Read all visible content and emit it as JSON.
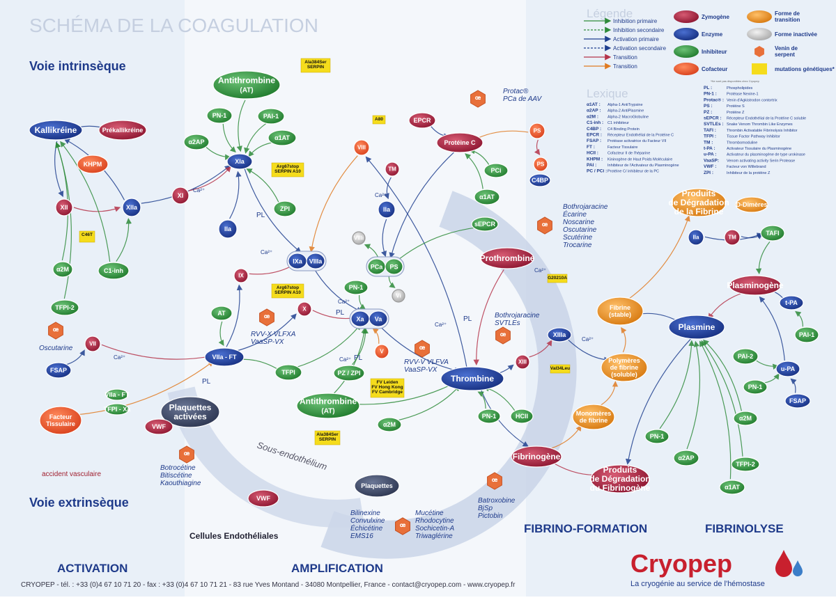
{
  "header": {
    "title": "SCHÉMA DE LA COAGULATION",
    "voie_intrinseque": "Voie intrinsèque",
    "voie_extrinseque": "Voie extrinsèque"
  },
  "legend": {
    "title": "Légende",
    "lines": [
      {
        "label": "Inhibition primaire",
        "color": "#2e8b3a",
        "dash": false
      },
      {
        "label": "Inhibition secondaire",
        "color": "#2e8b3a",
        "dash": true
      },
      {
        "label": "Activation primaire",
        "color": "#1f3f8f",
        "dash": false
      },
      {
        "label": "Activation secondaire",
        "color": "#1f3f8f",
        "dash": true
      },
      {
        "label": "Transition",
        "color": "#b5344a",
        "dash": false
      },
      {
        "label": "Transition",
        "color": "#e07b22",
        "dash": false
      }
    ],
    "shapes": [
      {
        "label": "Zymogène",
        "color": "#a31f3a"
      },
      {
        "label": "Forme de transition",
        "color": "#e08a1e"
      },
      {
        "label": "Enzyme",
        "color": "#1e3f9a"
      },
      {
        "label": "Forme inactivée",
        "color": "#c8c8c8"
      },
      {
        "label": "Inhibiteur",
        "color": "#2e8b3a"
      },
      {
        "label": "Venin de serpent",
        "color": "#e8703a"
      },
      {
        "label": "Cofacteur",
        "color": "#e8502a"
      },
      {
        "label": "mutations génétiques*",
        "color": "#f5dc1c"
      }
    ],
    "footnote": "*Ne sont pas disponibles chez Cryopep"
  },
  "lexique": {
    "title": "Lexique",
    "left": [
      [
        "α1AT :",
        "Alpha-1 AntiTrypsine"
      ],
      [
        "α2AP :",
        "Alpha-2 AntiPlasmine"
      ],
      [
        "α2M :",
        "Alpha-2 MacroGlobuline"
      ],
      [
        "C1-inh :",
        "C1 inhibiteur"
      ],
      [
        "C4BP :",
        "C4 Binding Protein"
      ],
      [
        "EPCR :",
        "Récepteur Endothélial de la Protéine C"
      ],
      [
        "FSAP :",
        "Protéase activatrice du Facteur VII"
      ],
      [
        "FT :",
        "Facteur Tissulaire"
      ],
      [
        "HCII :",
        "Cofacteur II de l'héparine"
      ],
      [
        "KHPM :",
        "Kininogène de Haut Poids Moléculaire"
      ],
      [
        "PAI :",
        "Inhibiteur de l'Activateur du Plasminogène"
      ],
      [
        "PC / PCi :",
        "Protéine C/ inhibiteur de la PC"
      ]
    ],
    "right": [
      [
        "PL :",
        "Phospholipides"
      ],
      [
        "PN-1 :",
        "Protéase Nexine-1"
      ],
      [
        "Protac® :",
        "Venin d'Agkistrodon contortrix"
      ],
      [
        "PS :",
        "Protéine S"
      ],
      [
        "PZ :",
        "Protéine Z"
      ],
      [
        "sEPCR :",
        "Récepteur Endothélial de la Protéine C soluble"
      ],
      [
        "SVTLEs :",
        "Snake Venom Thrombin Like Enzymes"
      ],
      [
        "TAFI :",
        "Thrombin Activatable Fibrinolysis Inhibitor"
      ],
      [
        "TFPI :",
        "Tissue Factor Pathway Inhibitor"
      ],
      [
        "TM :",
        "Thrombomoduline"
      ],
      [
        "t-PA :",
        "Activateur Tissulaire du Plasminogène"
      ],
      [
        "u-PA :",
        "Activateur du plasminogène de type urokinase"
      ],
      [
        "VaaSP:",
        "Venom activating activity Serin Protease"
      ],
      [
        "VWF :",
        "Facteur von Willebrand"
      ],
      [
        "ZPI :",
        "Inhibiteur de la protéine Z"
      ]
    ]
  },
  "sections": {
    "activation": "ACTIVATION",
    "amplification": "AMPLIFICATION",
    "fibrino": "FIBRINO-FORMATION",
    "fibrinolyse": "FIBRINOLYSE",
    "sous_endo": "Sous-endothélium",
    "cellules": "Cellules Endothéliales",
    "accident": "accident vasculaire"
  },
  "footer": {
    "contact": "CRYOPEP - tél. : +33 (0)4 67 10 71 20 - fax : +33 (0)4 67 10 71 21 - 83 rue Yves Montand - 34080 Montpellier, France - contact@cryopep.com - www.cryopep.fr",
    "brand": "Cryopep",
    "tagline": "La cryogénie au service de l'hémostase"
  },
  "nodes": [
    {
      "id": "kallikreine",
      "label": "Kallikréine",
      "type": "enzyme",
      "shape": "ellipse"
    },
    {
      "id": "prekallikreine",
      "label": "Prékallikréine",
      "type": "zymogen",
      "shape": "ellipse"
    },
    {
      "id": "khpm",
      "label": "KHPM",
      "type": "cofactor",
      "shape": "ellipse"
    },
    {
      "id": "xii",
      "label": "XII",
      "type": "zymogen",
      "shape": "circle"
    },
    {
      "id": "xiia",
      "label": "XIIa",
      "type": "enzyme",
      "shape": "circle"
    },
    {
      "id": "c1inh",
      "label": "C1-inh",
      "type": "inhibitor",
      "shape": "ellipse"
    },
    {
      "id": "a2m_l",
      "label": "α2M",
      "type": "inhibitor",
      "shape": "ellipse"
    },
    {
      "id": "tfpi2_l",
      "label": "TFPI-2",
      "type": "inhibitor",
      "shape": "ellipse"
    },
    {
      "id": "at_top",
      "label": "Antithrombine",
      "sub": "(AT)",
      "type": "inhibitor",
      "shape": "ellipse"
    },
    {
      "id": "pn1_a",
      "label": "PN-1",
      "type": "inhibitor",
      "shape": "ellipse"
    },
    {
      "id": "pai1_a",
      "label": "PAI-1",
      "type": "inhibitor",
      "shape": "ellipse"
    },
    {
      "id": "a2ap_a",
      "label": "α2AP",
      "type": "inhibitor",
      "shape": "ellipse"
    },
    {
      "id": "a1at_a",
      "label": "α1AT",
      "type": "inhibitor",
      "shape": "ellipse"
    },
    {
      "id": "xia",
      "label": "XIa",
      "type": "enzyme",
      "shape": "ellipse"
    },
    {
      "id": "xi",
      "label": "XI",
      "type": "zymogen",
      "shape": "circle"
    },
    {
      "id": "zpi",
      "label": "ZPI",
      "type": "inhibitor",
      "shape": "ellipse"
    },
    {
      "id": "iia_l",
      "label": "IIa",
      "type": "enzyme",
      "shape": "circle"
    },
    {
      "id": "ixa_viiia",
      "label": "IXa",
      "label2": "VIIIa",
      "type": "enzyme",
      "shape": "pair"
    },
    {
      "id": "ix",
      "label": "IX",
      "type": "zymogen",
      "shape": "circle"
    },
    {
      "id": "x",
      "label": "X",
      "type": "zymogen",
      "shape": "circle"
    },
    {
      "id": "viiia",
      "label": "VIIIi",
      "type": "inactive",
      "shape": "circle"
    },
    {
      "id": "viii",
      "label": "VIII",
      "type": "cofactor",
      "shape": "circle"
    },
    {
      "id": "epcr",
      "label": "EPCR",
      "type": "zymogen",
      "shape": "ellipse"
    },
    {
      "id": "prot_c",
      "label": "Protéine C",
      "type": "zymogen",
      "shape": "ellipse"
    },
    {
      "id": "ps",
      "label": "PS",
      "type": "cofactor",
      "shape": "circle"
    },
    {
      "id": "ps2",
      "label": "PS",
      "type": "cofactor",
      "shape": "circle"
    },
    {
      "id": "c4bp",
      "label": "C4BP",
      "type": "enzyme",
      "shape": "ellipse"
    },
    {
      "id": "pci",
      "label": "PCi",
      "type": "inhibitor",
      "shape": "ellipse"
    },
    {
      "id": "a1at_b",
      "label": "α1AT",
      "type": "inhibitor",
      "shape": "ellipse"
    },
    {
      "id": "tm",
      "label": "TM",
      "type": "zymogen",
      "shape": "circle"
    },
    {
      "id": "iia_m",
      "label": "IIa",
      "type": "enzyme",
      "shape": "circle"
    },
    {
      "id": "sepcr",
      "label": "sEPCR",
      "type": "inhibitor",
      "shape": "ellipse"
    },
    {
      "id": "pca_ps",
      "label": "PCa",
      "label2": "PS",
      "type": "inhibitor",
      "shape": "pair"
    },
    {
      "id": "pn1_b",
      "label": "PN-1",
      "type": "inhibitor",
      "shape": "ellipse"
    },
    {
      "id": "vi",
      "label": "Vi",
      "type": "inactive",
      "shape": "circle"
    },
    {
      "id": "xa_va",
      "label": "Xa",
      "label2": "Va",
      "type": "enzyme",
      "shape": "pair"
    },
    {
      "id": "at_small",
      "label": "AT",
      "type": "inhibitor",
      "shape": "ellipse"
    },
    {
      "id": "vii",
      "label": "VII",
      "type": "zymogen",
      "shape": "circle"
    },
    {
      "id": "viia_ft",
      "label": "VIIa - FT",
      "type": "enzyme",
      "shape": "ellipse"
    },
    {
      "id": "fsap",
      "label": "FSAP",
      "type": "enzyme",
      "shape": "ellipse"
    },
    {
      "id": "tfpi",
      "label": "TFPI",
      "type": "inhibitor",
      "shape": "ellipse"
    },
    {
      "id": "viia_ft_s",
      "label": "VIIa - FT",
      "type": "inhibitor",
      "shape": "ellipse"
    },
    {
      "id": "tfpi_xa",
      "label": "TFPI - Xa",
      "type": "inhibitor",
      "shape": "ellipse"
    },
    {
      "id": "facteur_t",
      "label": "Facteur",
      "label2": "Tissulaire",
      "type": "cofactor",
      "shape": "ellipse"
    },
    {
      "id": "plaquettes_act",
      "label": "Plaquettes",
      "label2": "activées",
      "type": "platelet",
      "shape": "ellipse"
    },
    {
      "id": "vwf_l",
      "label": "VWF",
      "type": "zymogen",
      "shape": "ellipse"
    },
    {
      "id": "v",
      "label": "V",
      "type": "cofactor",
      "shape": "circle"
    },
    {
      "id": "pz_zpi",
      "label": "PZ / ZPI",
      "type": "inhibitor",
      "shape": "ellipse"
    },
    {
      "id": "at_bottom",
      "label": "Antithrombine",
      "sub": "(AT)",
      "type": "inhibitor",
      "shape": "ellipse"
    },
    {
      "id": "a2m_m",
      "label": "α2M",
      "type": "inhibitor",
      "shape": "ellipse"
    },
    {
      "id": "thrombine",
      "label": "Thrombine",
      "type": "enzyme",
      "shape": "ellipse"
    },
    {
      "id": "prothrombine",
      "label": "Prothrombine",
      "type": "zymogen",
      "shape": "ellipse"
    },
    {
      "id": "pn1_c",
      "label": "PN-1",
      "type": "inhibitor",
      "shape": "ellipse"
    },
    {
      "id": "hcii",
      "label": "HCII",
      "type": "inhibitor",
      "shape": "ellipse"
    },
    {
      "id": "xiiia",
      "label": "XIIIa",
      "type": "enzyme",
      "shape": "ellipse"
    },
    {
      "id": "xiii",
      "label": "XIII",
      "type": "zymogen",
      "shape": "circle"
    },
    {
      "id": "fibrinogene",
      "label": "Fibrinogène",
      "type": "zymogen",
      "shape": "ellipse"
    },
    {
      "id": "mono_fib",
      "label": "Monomères",
      "label2": "de fibrine",
      "type": "transition",
      "shape": "ellipse"
    },
    {
      "id": "poly_fib",
      "label": "Polymères",
      "label2": "de fibrine",
      "label3": "(soluble)",
      "type": "transition",
      "shape": "ellipse"
    },
    {
      "id": "fibrine",
      "label": "Fibrine",
      "label2": "(stable)",
      "type": "transition",
      "shape": "ellipse"
    },
    {
      "id": "pdf",
      "label": "Produits",
      "label2": "de Dégradation",
      "label3": "de la Fibrine",
      "type": "transition",
      "shape": "ellipse"
    },
    {
      "id": "ddimeres",
      "label": "D-Dimères",
      "type": "transition",
      "shape": "ellipse"
    },
    {
      "id": "pdfg",
      "label": "Produits",
      "label2": "de Dégradation",
      "label3": "du Fibrinogène",
      "type": "zymogen",
      "shape": "ellipse"
    },
    {
      "id": "iia_r",
      "label": "IIa",
      "type": "enzyme",
      "shape": "circle"
    },
    {
      "id": "tm_r",
      "label": "TM",
      "type": "zymogen",
      "shape": "circle"
    },
    {
      "id": "tafi",
      "label": "TAFI",
      "type": "inhibitor",
      "shape": "ellipse"
    },
    {
      "id": "plasminogene",
      "label": "Plasminogène",
      "type": "zymogen",
      "shape": "ellipse"
    },
    {
      "id": "plasmine",
      "label": "Plasmine",
      "type": "enzyme",
      "shape": "ellipse"
    },
    {
      "id": "tpa",
      "label": "t-PA",
      "type": "enzyme",
      "shape": "ellipse"
    },
    {
      "id": "pai1_r",
      "label": "PAI-1",
      "type": "inhibitor",
      "shape": "ellipse"
    },
    {
      "id": "pai2",
      "label": "PAI-2",
      "type": "inhibitor",
      "shape": "ellipse"
    },
    {
      "id": "upa",
      "label": "u-PA",
      "type": "enzyme",
      "shape": "ellipse"
    },
    {
      "id": "pn1_r",
      "label": "PN-1",
      "type": "inhibitor",
      "shape": "ellipse"
    },
    {
      "id": "fsap_r",
      "label": "FSAP",
      "type": "enzyme",
      "shape": "ellipse"
    },
    {
      "id": "a2m_r",
      "label": "α2M",
      "type": "inhibitor",
      "shape": "ellipse"
    },
    {
      "id": "pn1_r2",
      "label": "PN-1",
      "type": "inhibitor",
      "shape": "ellipse"
    },
    {
      "id": "a2ap_r",
      "label": "α2AP",
      "type": "inhibitor",
      "shape": "ellipse"
    },
    {
      "id": "tfpi2_r",
      "label": "TFPI-2",
      "type": "inhibitor",
      "shape": "ellipse"
    },
    {
      "id": "a1at_r",
      "label": "α1AT",
      "type": "inhibitor",
      "shape": "ellipse"
    },
    {
      "id": "plaquettes",
      "label": "Plaquettes",
      "type": "platelet",
      "shape": "ellipse"
    },
    {
      "id": "vwf_b",
      "label": "VWF",
      "type": "zymogen",
      "shape": "ellipse"
    }
  ],
  "mutations": [
    {
      "id": "m_ala_top",
      "text": "Ala384Ser\nSERPIN"
    },
    {
      "id": "m_c46t",
      "text": "C46T"
    },
    {
      "id": "m_arg_a10",
      "text": "Arg67stop\nSERPIN A10"
    },
    {
      "id": "m_a80",
      "text": "A80"
    },
    {
      "id": "m_arg_a10b",
      "text": "Arg67stop\nSERPIN A10"
    },
    {
      "id": "m_fvl",
      "text": "FV Leiden\nFV Hong Kong\nFV Cambridge"
    },
    {
      "id": "m_ala_bot",
      "text": "Ala384Ser\nSERPIN"
    },
    {
      "id": "m_g20210a",
      "text": "G20210A"
    },
    {
      "id": "m_val34",
      "text": "Val34Leu"
    }
  ],
  "venoms": [
    {
      "id": "v_protac",
      "text": "Protac®\nPCa de AAV"
    },
    {
      "id": "v_bothro1",
      "text": "Bothrojaracine\nÉcarine\nNoscarine\nOscutarine\nScutérine\nTrocarine"
    },
    {
      "id": "v_bothro2",
      "text": "Bothrojaracine\nSVTLEs"
    },
    {
      "id": "v_oscutarine",
      "text": "Oscutarine"
    },
    {
      "id": "v_rvvx",
      "text": "RVV-X VLFXA\nVaaSP-VX"
    },
    {
      "id": "v_rvvv",
      "text": "RVV-V VLFVA\nVaaSP-VX"
    },
    {
      "id": "v_botro",
      "text": "Botrocétine\nBitiscétine\nKaouthiagine"
    },
    {
      "id": "v_batro",
      "text": "Batroxobine\nBjSp\nPictobin"
    },
    {
      "id": "v_bilin",
      "text": "Bilinexine\nConvulxine\nÉchicétine\nEMS16"
    },
    {
      "id": "v_muce",
      "text": "Mucétine\nRhodocytine\nSochicetin-A\nTriwaglérine"
    }
  ],
  "small_labels": {
    "ca": "Ca²⁺",
    "pl": "PL",
    "minus": "⊖"
  }
}
